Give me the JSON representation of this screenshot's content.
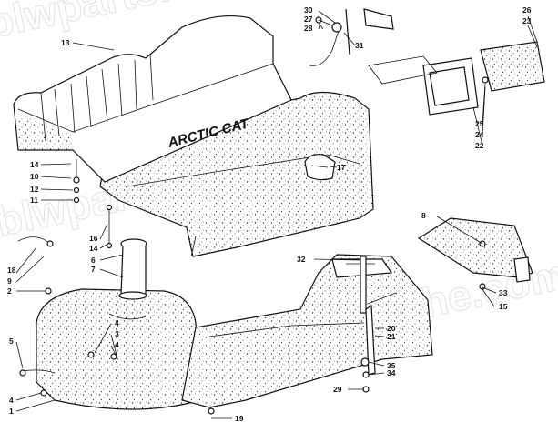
{
  "brand_text": "ARCTIC CAT",
  "watermark_text": "blwpartsfiche.com",
  "callouts": [
    {
      "id": "c1",
      "text": "1"
    },
    {
      "id": "c2",
      "text": "2"
    },
    {
      "id": "c3",
      "text": "3"
    },
    {
      "id": "c4a",
      "text": "4"
    },
    {
      "id": "c4b",
      "text": "4"
    },
    {
      "id": "c5",
      "text": "5"
    },
    {
      "id": "c6",
      "text": "6"
    },
    {
      "id": "c7",
      "text": "7"
    },
    {
      "id": "c8",
      "text": "8"
    },
    {
      "id": "c9",
      "text": "9"
    },
    {
      "id": "c10",
      "text": "10"
    },
    {
      "id": "c11",
      "text": "11"
    },
    {
      "id": "c12",
      "text": "12"
    },
    {
      "id": "c13",
      "text": "13"
    },
    {
      "id": "c14a",
      "text": "14"
    },
    {
      "id": "c14b",
      "text": "14"
    },
    {
      "id": "c15",
      "text": "15"
    },
    {
      "id": "c16",
      "text": "16"
    },
    {
      "id": "c17",
      "text": "17"
    },
    {
      "id": "c18",
      "text": "18"
    },
    {
      "id": "c19",
      "text": "19"
    },
    {
      "id": "c20",
      "text": "20"
    },
    {
      "id": "c21",
      "text": "21"
    },
    {
      "id": "c22",
      "text": "22"
    },
    {
      "id": "c23",
      "text": "23"
    },
    {
      "id": "c24",
      "text": "24"
    },
    {
      "id": "c25",
      "text": "25"
    },
    {
      "id": "c26",
      "text": "26"
    },
    {
      "id": "c27",
      "text": "27"
    },
    {
      "id": "c28",
      "text": "28"
    },
    {
      "id": "c29",
      "text": "29"
    },
    {
      "id": "c30",
      "text": "30"
    },
    {
      "id": "c31",
      "text": "31"
    },
    {
      "id": "c32",
      "text": "32"
    },
    {
      "id": "c33",
      "text": "33"
    },
    {
      "id": "c34",
      "text": "34"
    },
    {
      "id": "c35",
      "text": "35"
    }
  ]
}
